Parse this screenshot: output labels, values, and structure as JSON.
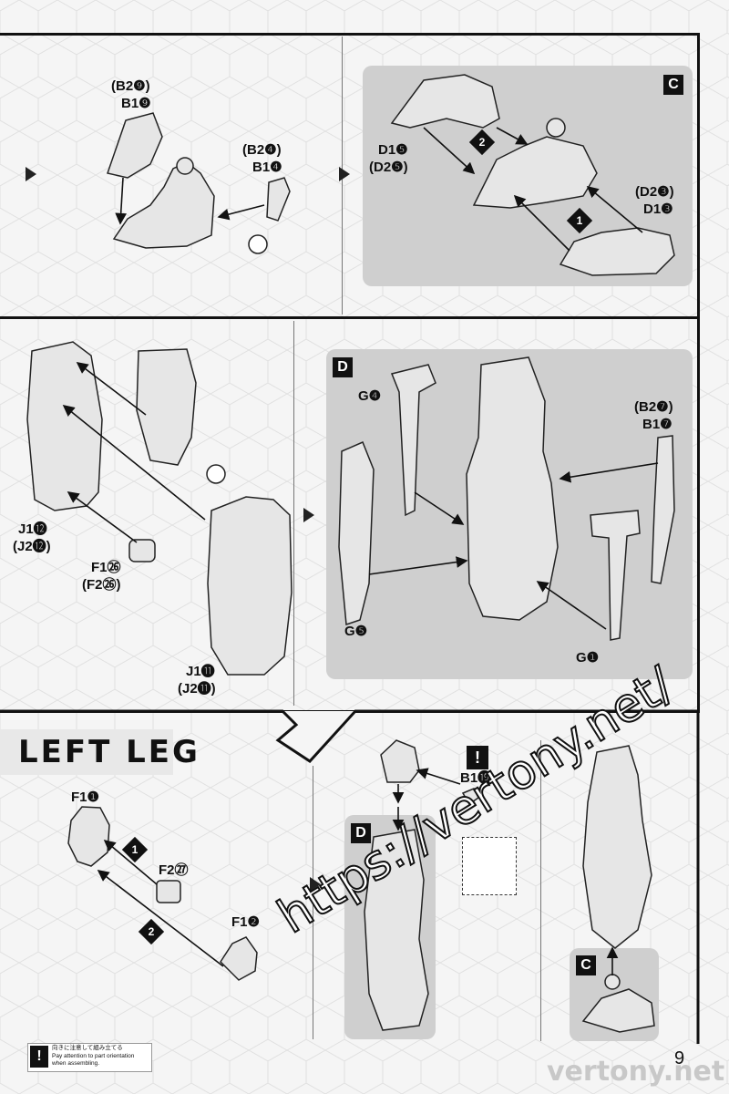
{
  "page": {
    "section_title": "LEFT LEG",
    "page_number": "9",
    "footer_note": {
      "jp": "向きに注意して組み立てる",
      "en_line1": "Pay attention to part orientation",
      "en_line2": "when assembling."
    },
    "watermark_url": "https://vertony.net/",
    "watermark_site": "vertony.net"
  },
  "top_row": {
    "labels": {
      "b2_9": "(B2❾)",
      "b1_9": "B1❾",
      "b2_4": "(B2❹)",
      "b1_4": "B1❹",
      "d1_5": "D1❺",
      "d2_5": "(D2❺)",
      "d2_3": "(D2❸)",
      "d1_3": "D1❸"
    },
    "box_badge": "C",
    "seq": [
      "2",
      "1"
    ]
  },
  "middle_row": {
    "labels": {
      "j1_12": "J1⓬",
      "j2_12": "(J2⓬)",
      "f1_26": "F1㉖",
      "f2_26": "(F2㉖)",
      "j1_11": "J1⓫",
      "j2_11": "(J2⓫)",
      "g4": "G❹",
      "b2_7": "(B2❼)",
      "b1_7": "B1❼",
      "g5": "G❺",
      "g1": "G❶"
    },
    "box_badge": "D"
  },
  "bottom_row": {
    "labels": {
      "f1_1": "F1❶",
      "f2_27": "F2㉗",
      "f1_2": "F1❷",
      "b1_19": "B1⓳"
    },
    "seq": [
      "1",
      "2"
    ],
    "box_badge_d": "D",
    "box_badge_c": "C",
    "note_mark": "!"
  }
}
